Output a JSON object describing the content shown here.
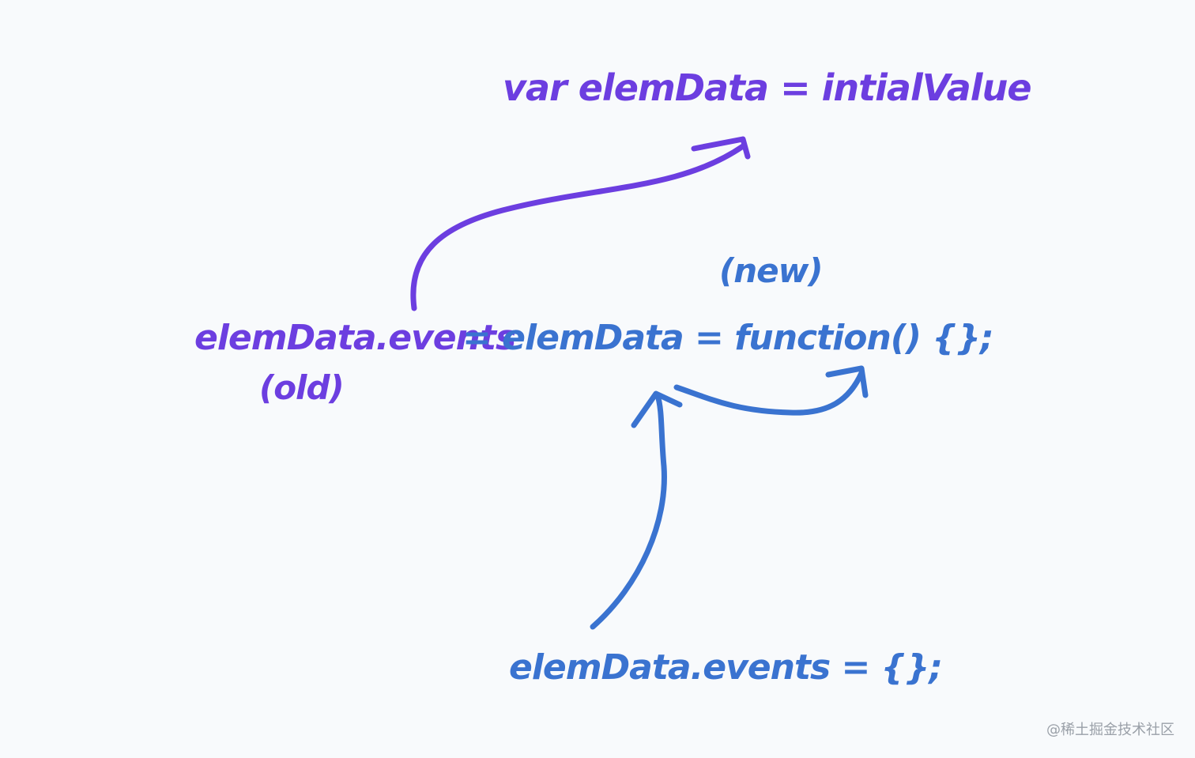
{
  "diagram": {
    "top_expression": "var elemData = intialValue",
    "middle_left": "elemData.events",
    "middle_right": "= elemData = function() {};",
    "label_old": "(old)",
    "label_new": "(new)",
    "bottom_expression": "elemData.events = {};",
    "watermark": "@稀土掘金技术社区"
  },
  "colors": {
    "purple": "#6c3ee0",
    "blue": "#3a73d0",
    "background": "#f8fafc"
  }
}
